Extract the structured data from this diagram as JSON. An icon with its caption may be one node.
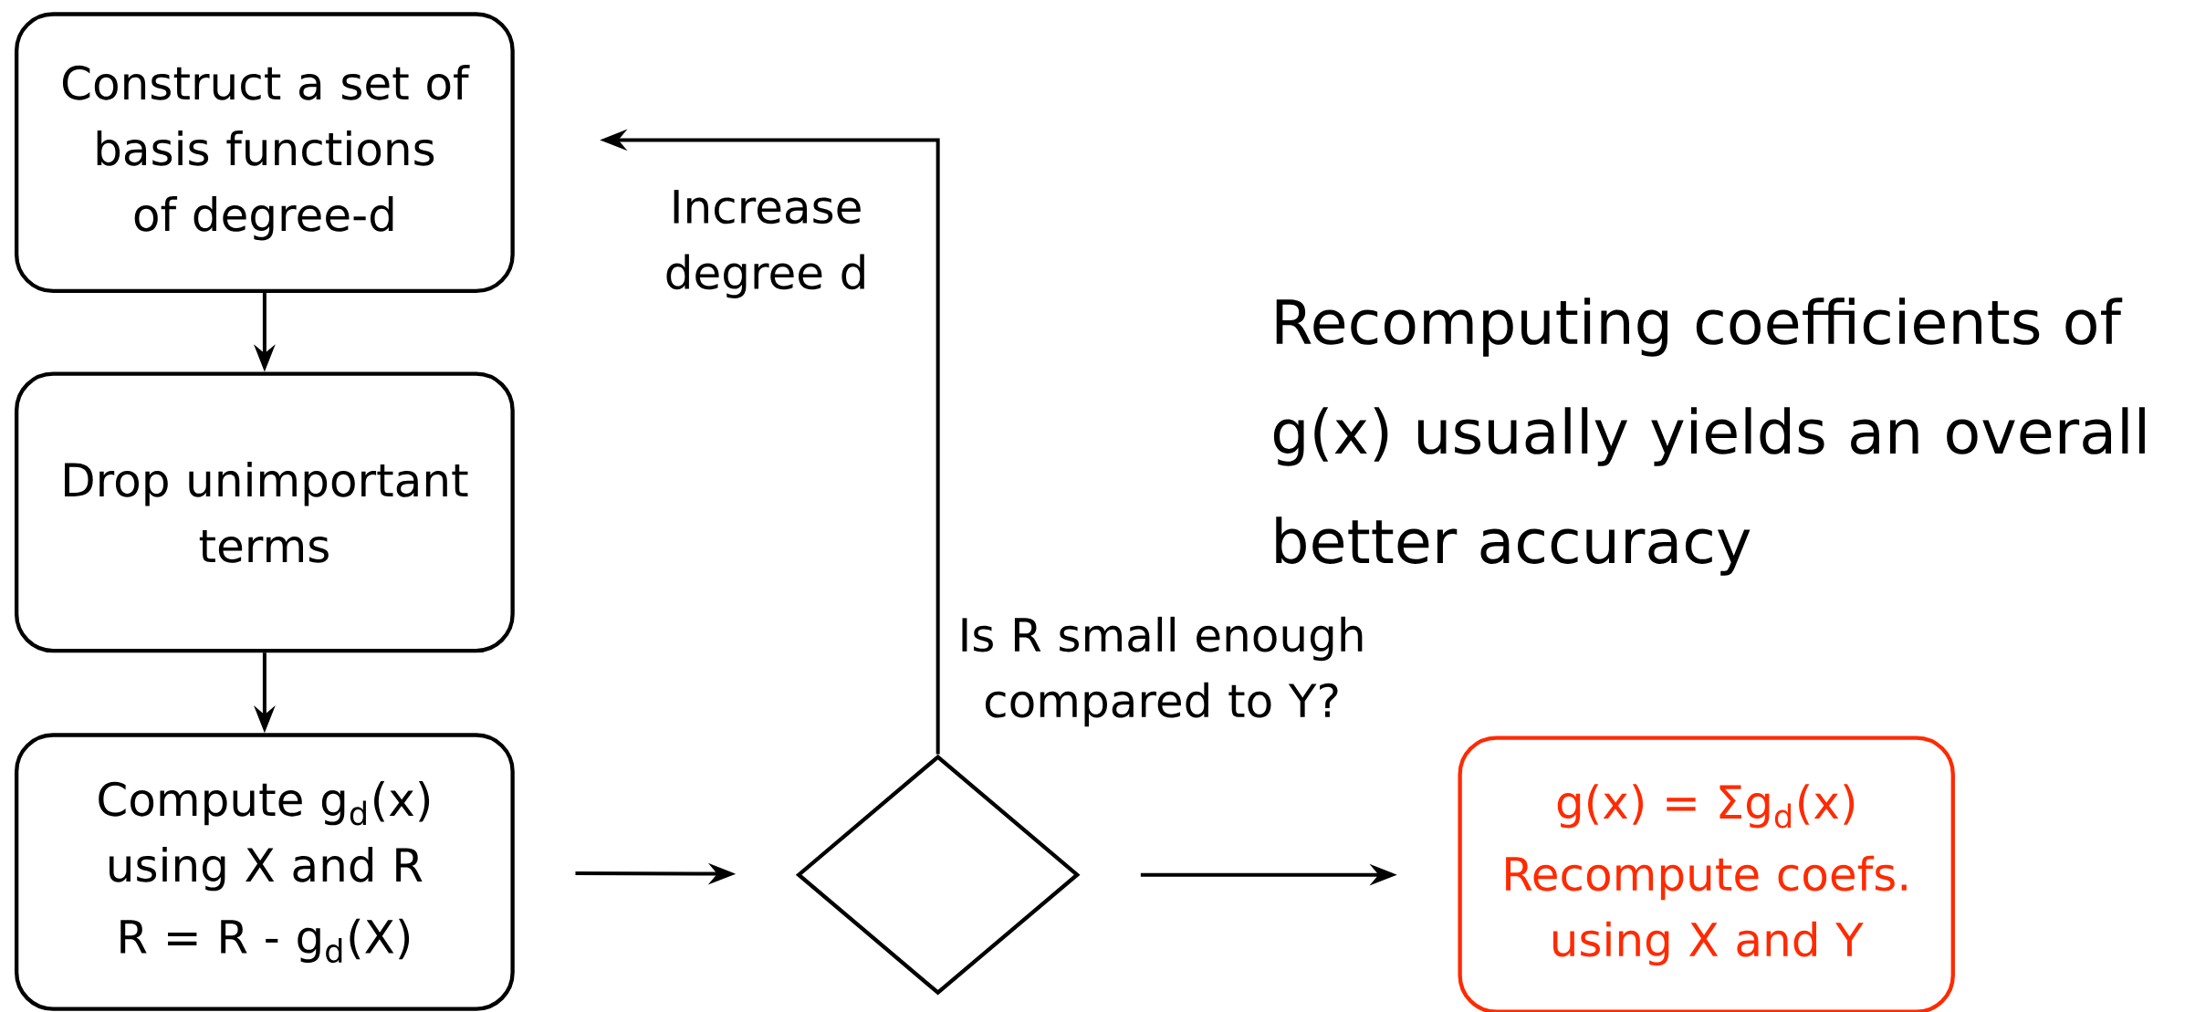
{
  "diagram": {
    "nodes": [
      {
        "text": [
          "Construct a set of basis functions of degree-d"
        ]
      },
      {
        "text": [
          "Drop unimportant terms"
        ]
      },
      {
        "text": [
          "Compute g$_{d}$(x) using X and R",
          "R = R - g$_{d}$(X)"
        ]
      },
      {
        "text": [],
        "shape": "diamond",
        "beside": [
          "Is R small enough compared to Y?"
        ]
      },
      {
        "text": [
          "g(x) = Σg$_{d}$(x)",
          "Recompute coefs. using X and Y"
        ]
      }
    ],
    "edges": [
      {
        "from": 0,
        "to": 1,
        "arrow": "to"
      },
      {
        "from": 1,
        "to": 2,
        "arrow": "to"
      },
      {
        "from": 2,
        "to": 3,
        "arrow": "to"
      },
      {
        "from": 3,
        "to": 4,
        "arrow": "to"
      },
      {
        "from": 3,
        "to": 0,
        "arrow": "to",
        "label": "Increase degree d"
      }
    ],
    "labels": [
      "Recomputing coefficients of g(x) usually yields an overall better accuracy"
    ]
  }
}
